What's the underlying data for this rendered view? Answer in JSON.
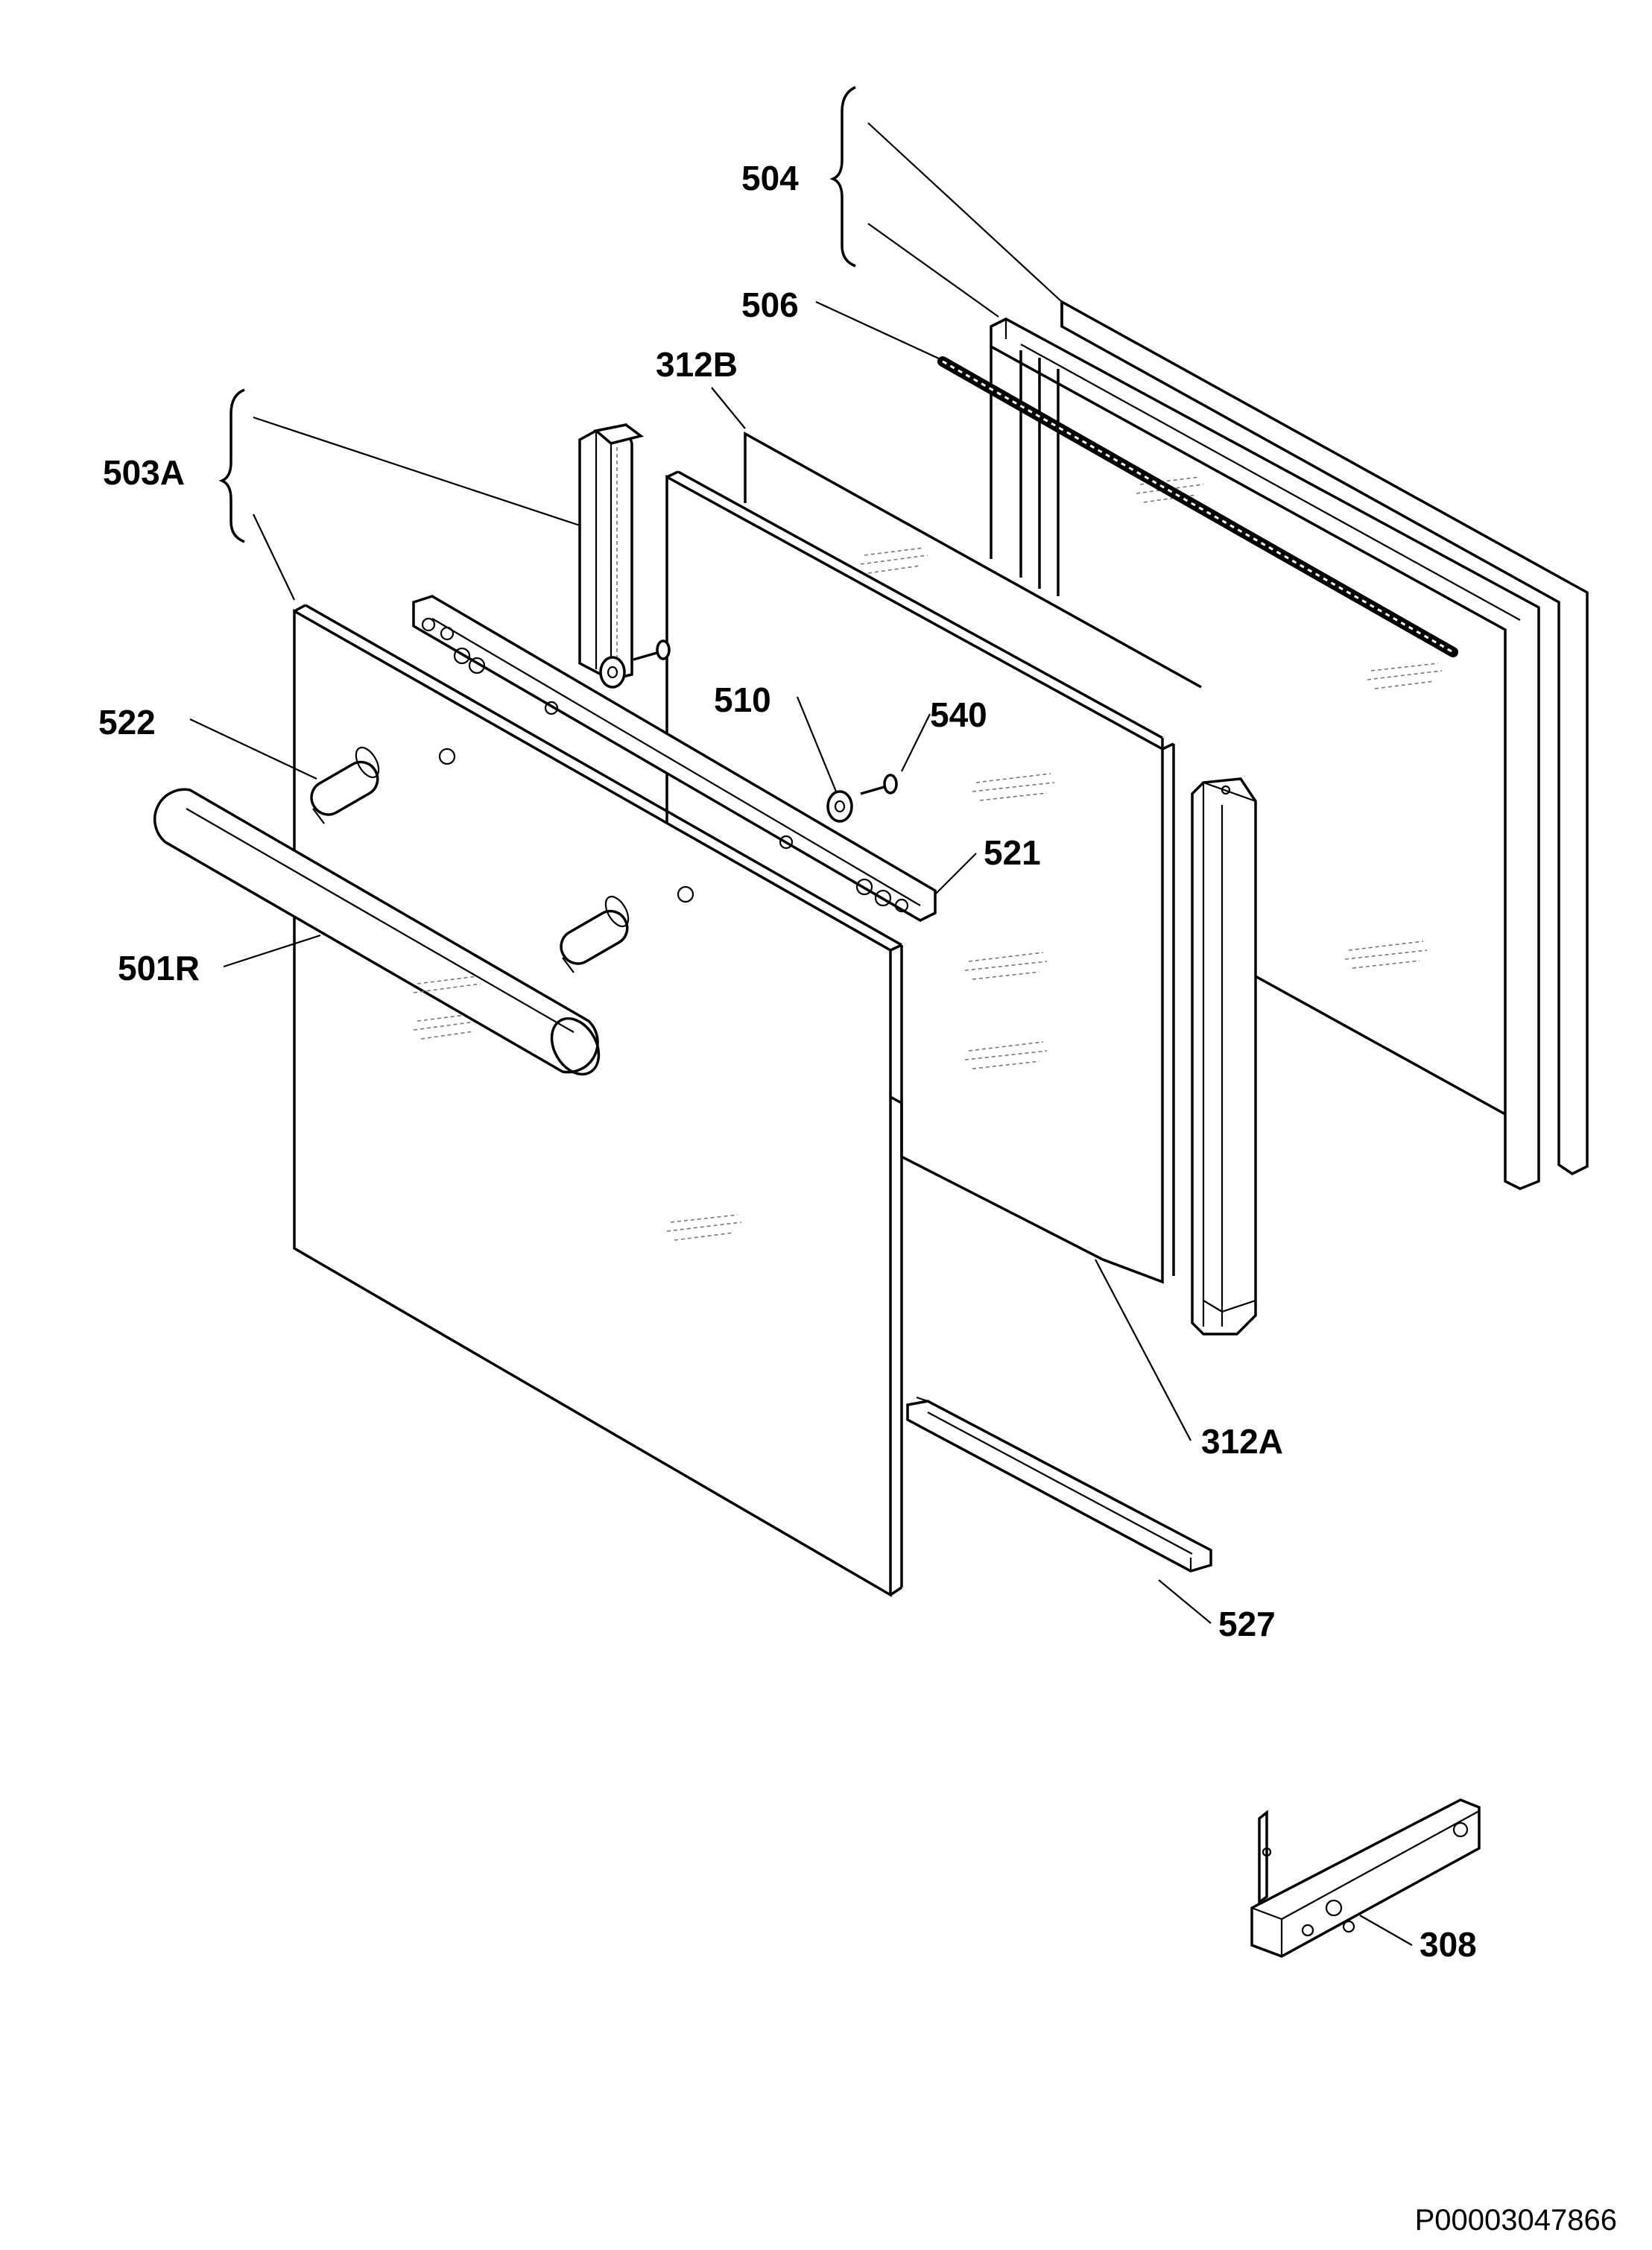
{
  "diagram": {
    "labels": {
      "p504": "504",
      "p506": "506",
      "p312B": "312B",
      "p503A": "503A",
      "p522": "522",
      "p510": "510",
      "p540": "540",
      "p521": "521",
      "p501R": "501R",
      "p312A": "312A",
      "p527": "527",
      "p308": "308"
    },
    "reference": "P00003047866"
  }
}
